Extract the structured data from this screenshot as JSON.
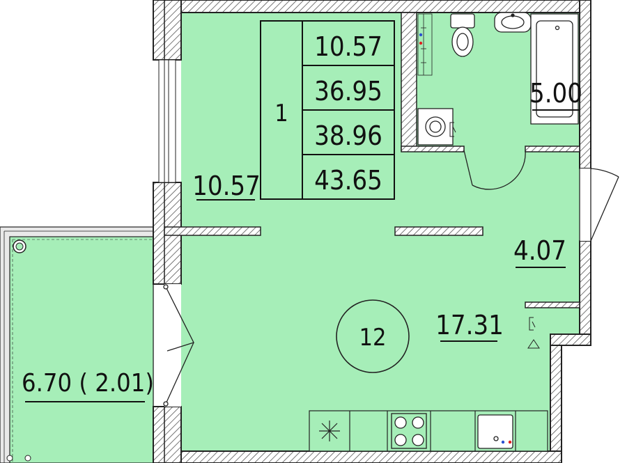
{
  "colors": {
    "floor": "#a6eeb8",
    "wall": "#222222",
    "hatch": "#555555",
    "line": "#111111",
    "balcony_frame": "#d8d8d8",
    "blue_dot": "#2a4fd0",
    "red_dot": "#e02020",
    "background": "#ffffff"
  },
  "summary_table": {
    "rooms": "1",
    "values": [
      "10.57",
      "36.95",
      "38.96",
      "43.65"
    ]
  },
  "rooms": {
    "kitchen_area": "10.57",
    "bathroom_area": "5.00",
    "hallway_area": "4.07",
    "living_area": "17.31",
    "balcony_area": "6.70 ( 2.01)"
  },
  "floor_marker": "12",
  "icons": {
    "sink_counter": "cross-star-icon",
    "stove": "four-burner-stove-icon",
    "kitchen_sink": "kitchen-sink-icon",
    "toilet": "toilet-icon",
    "washbasin": "washbasin-icon",
    "bathtub": "bathtub-icon",
    "washing_machine": "washing-machine-icon",
    "riser": "riser-icon",
    "electric_panel": "electric-panel-icon",
    "ventilation": "ventilation-triangle-icon",
    "balcony_drain": "drain-icon"
  }
}
